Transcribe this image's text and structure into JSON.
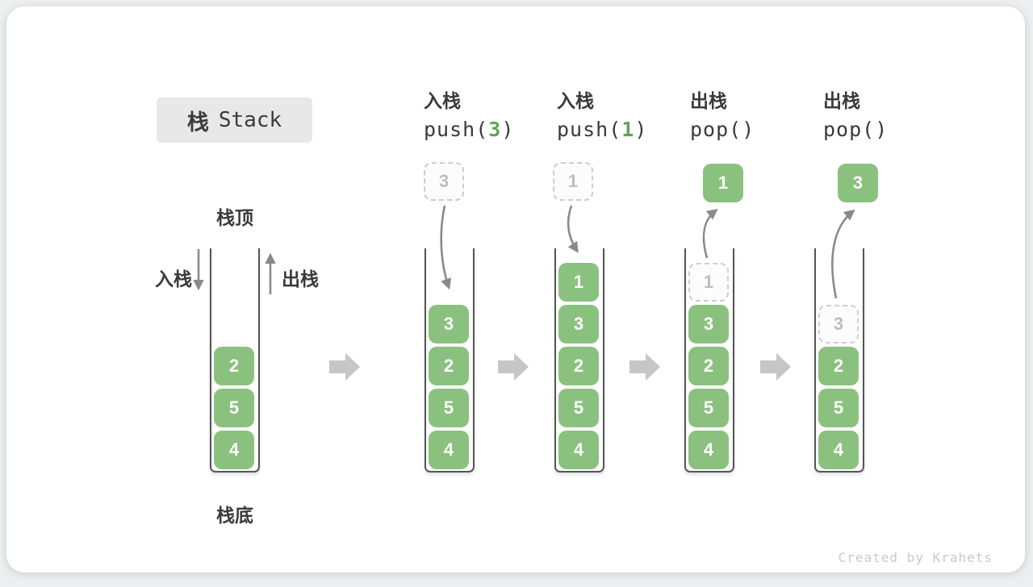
{
  "title": {
    "cn": "栈",
    "en": "Stack"
  },
  "labels": {
    "stack_top": "栈顶",
    "stack_bottom": "栈底",
    "push": "入栈",
    "pop": "出栈"
  },
  "watermark": "Created by Krahets",
  "colors": {
    "cell_green": "#8bc17f",
    "code_arg_green": "#5fa653",
    "arrow_gray": "#8a8a8a",
    "block_arrow_gray": "#c6c6c6",
    "title_badge_bg": "#e8e8e8",
    "ghost_border": "#cdcdcd"
  },
  "stages": [
    {
      "name": "initial",
      "cells": [
        "2",
        "5",
        "4"
      ]
    },
    {
      "name": "push-3",
      "header": {
        "cn": "入栈",
        "pre": "push(",
        "arg": "3",
        "post": ")"
      },
      "floating": "3",
      "cells": [
        "3",
        "2",
        "5",
        "4"
      ]
    },
    {
      "name": "push-1",
      "header": {
        "cn": "入栈",
        "pre": "push(",
        "arg": "1",
        "post": ")"
      },
      "floating": "1",
      "cells": [
        "1",
        "3",
        "2",
        "5",
        "4"
      ]
    },
    {
      "name": "pop-1",
      "header": {
        "cn": "出栈",
        "pre": "pop(",
        "arg": "",
        "post": ")"
      },
      "floating": "1",
      "placeholder": "1",
      "cells": [
        "3",
        "2",
        "5",
        "4"
      ]
    },
    {
      "name": "pop-3",
      "header": {
        "cn": "出栈",
        "pre": "pop(",
        "arg": "",
        "post": ")"
      },
      "floating": "3",
      "placeholder": "3",
      "cells": [
        "2",
        "5",
        "4"
      ]
    }
  ]
}
